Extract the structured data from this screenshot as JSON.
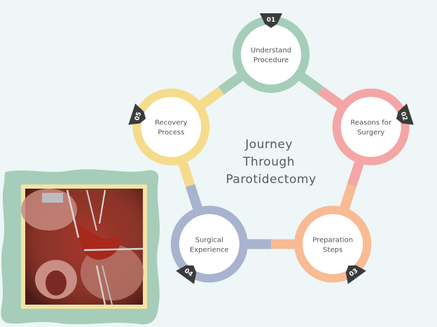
{
  "title_lines": [
    "Journey",
    "Through",
    "Parotidectomy"
  ],
  "colors": {
    "background": "#eef6f7",
    "frame_green": "#a6cdb9",
    "photo_border": "#f4e3a5",
    "badge": "#3b3b3b"
  },
  "nodes": [
    {
      "number": "01",
      "lines": [
        "Understand",
        "Procedure"
      ],
      "color": "#a6cdb9"
    },
    {
      "number": "02",
      "lines": [
        "Reasons for",
        "Surgery"
      ],
      "color": "#f4a6a6"
    },
    {
      "number": "03",
      "lines": [
        "Preparation",
        "Steps"
      ],
      "color": "#f8bb94"
    },
    {
      "number": "04",
      "lines": [
        "Surgical",
        "Experience"
      ],
      "color": "#a8b3cf"
    },
    {
      "number": "05",
      "lines": [
        "Recovery",
        "Process"
      ],
      "color": "#f5dc8c"
    }
  ],
  "photo": {
    "icon": "surgery-photo"
  }
}
